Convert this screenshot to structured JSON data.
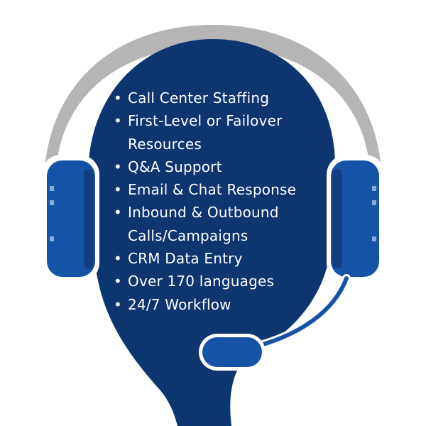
{
  "colors": {
    "head": "#0d3670",
    "earcup": "#1553a6",
    "earcup_dark": "#123f82",
    "headband": "#b5b5b5",
    "text": "#ffffff",
    "background": "#ffffff"
  },
  "bullet_symbol": "•",
  "services": [
    "Call Center Staffing",
    "First-Level or Failover Resources",
    "Q&A Support",
    "Email & Chat Response",
    "Inbound & Outbound Calls/Campaigns",
    "CRM Data Entry",
    "Over 170 languages",
    "24/7 Workflow"
  ],
  "icons": {
    "headband": "headset-band-icon",
    "left_earcup": "left-earcup-icon",
    "right_earcup": "right-earcup-icon",
    "microphone": "microphone-icon",
    "head": "head-silhouette-icon"
  }
}
